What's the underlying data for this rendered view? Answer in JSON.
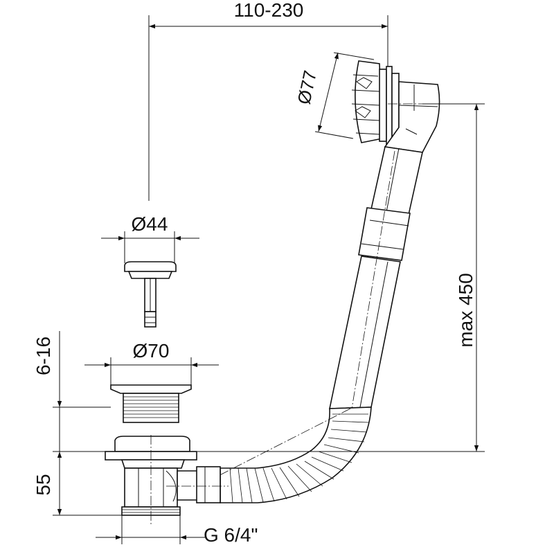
{
  "dimensions": {
    "length": "110-230",
    "overflow_diameter": "Ø77",
    "plug_diameter": "Ø44",
    "waste_diameter": "Ø70",
    "height": "max 450",
    "thickness": "6-16",
    "trap_height": "55",
    "thread": "G 6/4\""
  },
  "colors": {
    "line": "#111111",
    "background": "#ffffff"
  }
}
